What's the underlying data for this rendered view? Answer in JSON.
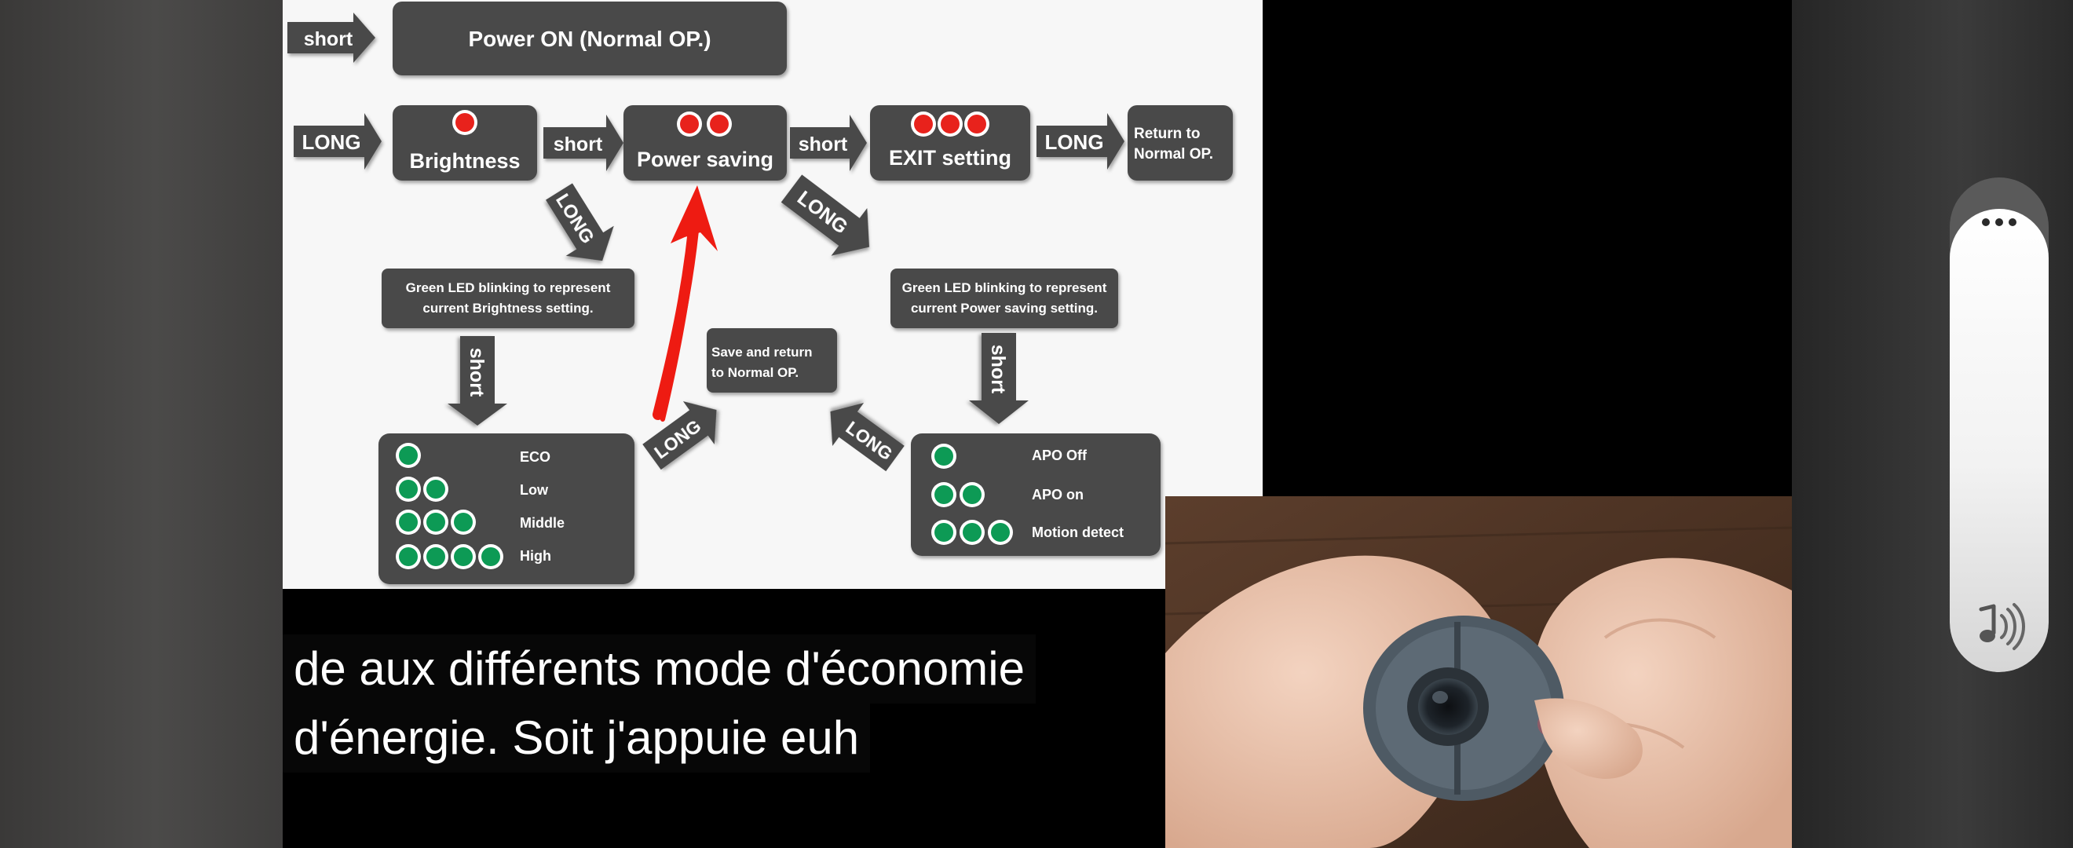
{
  "diagram": {
    "row1": {
      "short_arrow": "short",
      "power_on": "Power ON  (Normal OP.)"
    },
    "row2": {
      "long_arrow_1": "LONG",
      "brightness": "Brightness",
      "short_arrow_1": "short",
      "power_saving": "Power saving",
      "short_arrow_2": "short",
      "exit_setting": "EXIT setting",
      "long_arrow_2": "LONG",
      "return_line1": "Return to",
      "return_line2": "Normal OP."
    },
    "long_diag_left": "LONG",
    "long_diag_right": "LONG",
    "green_brightness_line1": "Green LED blinking to represent",
    "green_brightness_line2": "current Brightness setting.",
    "green_power_line1": "Green LED blinking to represent",
    "green_power_line2": "current Power saving setting.",
    "short_down_left": "short",
    "short_down_right": "short",
    "save_line1": "Save and return",
    "save_line2": "to Normal OP.",
    "long_up_left": "LONG",
    "long_up_right": "LONG",
    "brightness_levels": [
      "ECO",
      "Low",
      "Middle",
      "High"
    ],
    "power_levels": [
      "APO Off",
      "APO on",
      "Motion detect"
    ],
    "colors": {
      "box": "#4a4a4a",
      "red_led": "#e8211c",
      "green_led": "#0a9a55",
      "annotation_red": "#ee1b12"
    }
  },
  "captions": {
    "line1": "de aux différents mode d'économie",
    "line2": "d'énergie. Soit j'appuie euh"
  },
  "volume": {
    "more_icon": "more-dots-icon",
    "sound_icon": "music-note-sound-icon"
  }
}
